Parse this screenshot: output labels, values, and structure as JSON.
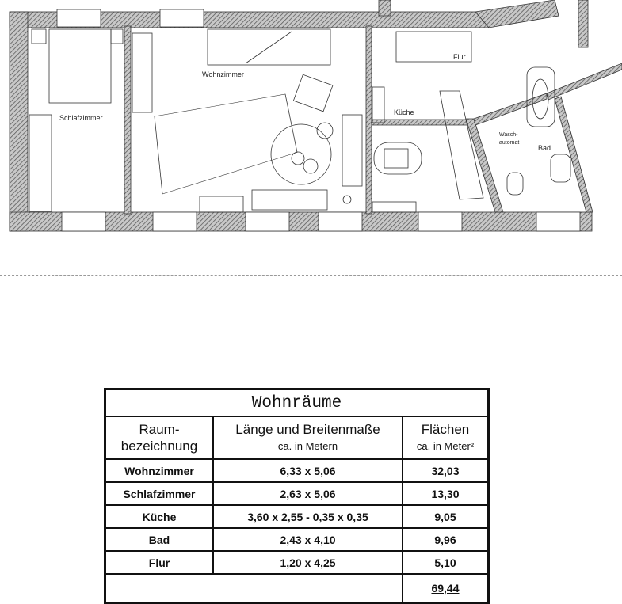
{
  "plan": {
    "rooms": [
      {
        "label": "Wohnzimmer"
      },
      {
        "label": "Schlafzimmer"
      },
      {
        "label": "Flur"
      },
      {
        "label": "Küche"
      },
      {
        "label": "Bad"
      }
    ],
    "appliance_label_1": "Wasch-",
    "appliance_label_2": "automat",
    "wall_color": "#8a8a8a"
  },
  "table": {
    "title": "Wohnräume",
    "headers": [
      {
        "line1": "Raum-",
        "line2": "bezeichnung"
      },
      {
        "line1": "Länge und Breitenmaße",
        "line2": "ca. in Metern"
      },
      {
        "line1": "Flächen",
        "line2": "ca. in Meter²"
      }
    ],
    "rows": [
      {
        "room": "Wohnzimmer",
        "dims": "6,33 x 5,06",
        "area": "32,03"
      },
      {
        "room": "Schlafzimmer",
        "dims": "2,63 x 5,06",
        "area": "13,30"
      },
      {
        "room": "Küche",
        "dims": "3,60 x 2,55 - 0,35 x 0,35",
        "area": "9,05"
      },
      {
        "room": "Bad",
        "dims": "2,43 x 4,10",
        "area": "9,96"
      },
      {
        "room": "Flur",
        "dims": "1,20 x 4,25",
        "area": "5,10"
      }
    ],
    "total": "69,44"
  }
}
